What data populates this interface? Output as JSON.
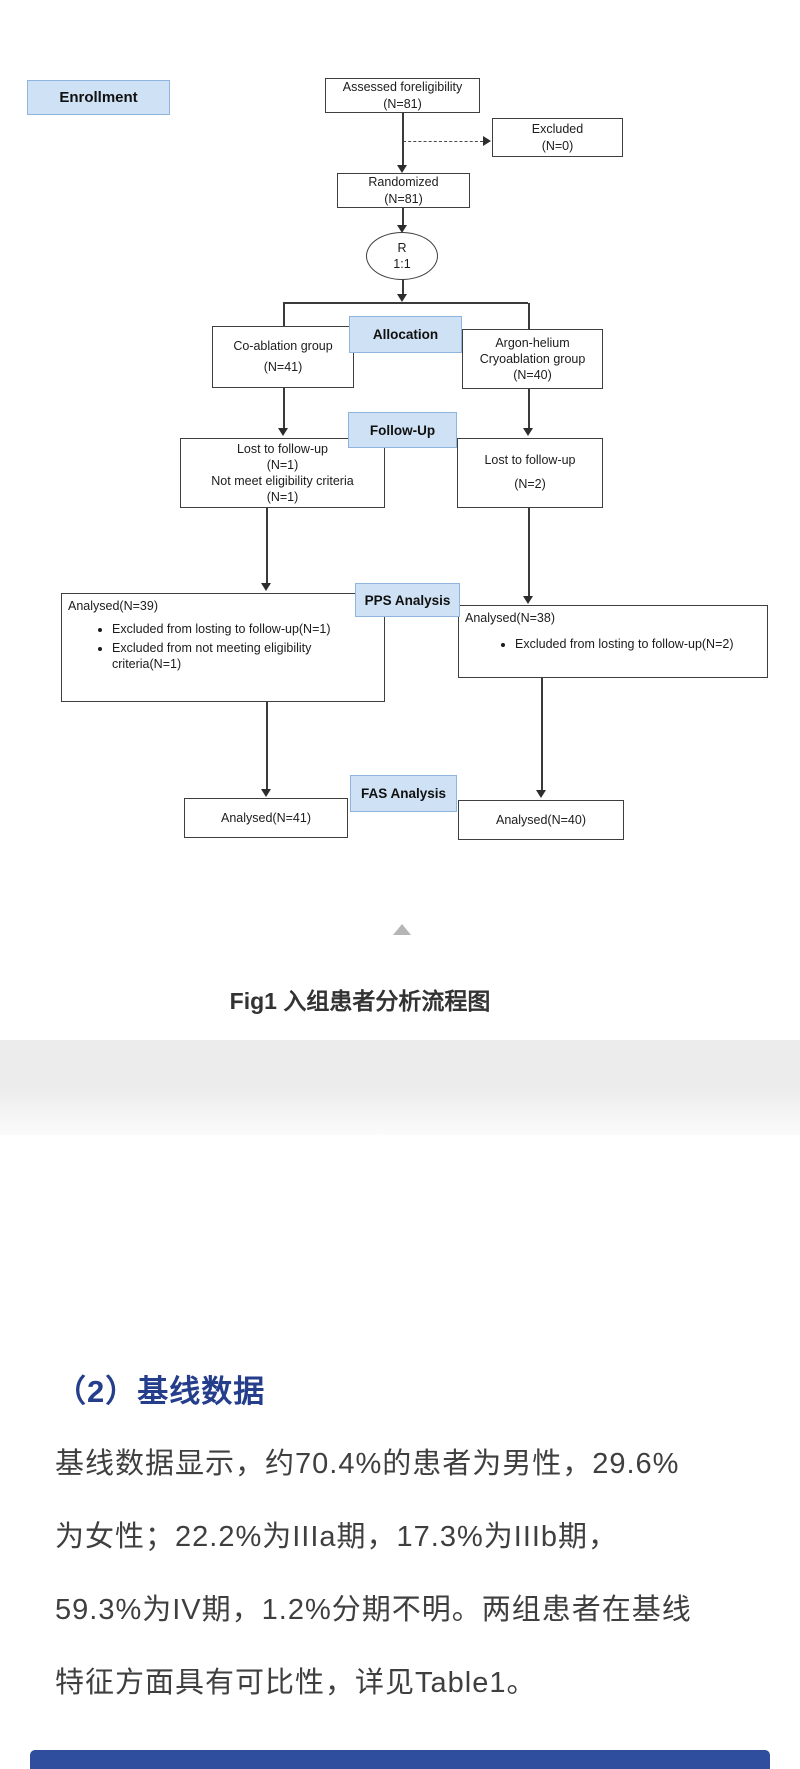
{
  "flowchart": {
    "stages": {
      "enrollment": "Enrollment",
      "allocation": "Allocation",
      "followup": "Follow-Up",
      "pps": "PPS Analysis",
      "fas": "FAS Analysis"
    },
    "nodes": {
      "assessed": {
        "line1": "Assessed foreligibility",
        "line2": "(N=81)"
      },
      "excluded": {
        "line1": "Excluded",
        "line2": "(N=0)"
      },
      "randomized": {
        "line1": "Randomized",
        "line2": "(N=81)"
      },
      "randomization": {
        "line1": "R",
        "line2": "1:1"
      },
      "group_left": {
        "line1": "Co-ablation group",
        "line2": "(N=41)"
      },
      "group_right": {
        "line1": "Argon-helium",
        "line2": "Cryoablation group",
        "line3": "(N=40)"
      },
      "followup_left": {
        "line1": "Lost to follow-up",
        "line2": "(N=1)",
        "line3": "Not meet eligibility criteria",
        "line4": "(N=1)"
      },
      "followup_right": {
        "line1": "Lost to follow-up",
        "line2": "(N=2)"
      },
      "pps_left": {
        "title": "Analysed(N=39)",
        "bullet1": "Excluded from losting to follow-up(N=1)",
        "bullet2": "Excluded from not meeting eligibility criteria(N=1)"
      },
      "pps_right": {
        "title": "Analysed(N=38)",
        "bullet1": "Excluded from losting to follow-up(N=2)"
      },
      "fas_left": "Analysed(N=41)",
      "fas_right": "Analysed(N=40)"
    }
  },
  "figure": {
    "caption": "Fig1 入组患者分析流程图"
  },
  "section": {
    "heading": "（2）基线数据",
    "lines": [
      "基线数据显示，约70.4%的患者为男性，29.6%",
      "为女性；22.2%为IIIa期，17.3%为IIIb期，",
      "59.3%为IV期，1.2%分期不明。两组患者在基线",
      "特征方面具有可比性，详见Table1。"
    ]
  },
  "colors": {
    "stage_fill": "#cfe1f5",
    "stage_border": "#8fb4dd",
    "box_border": "#3f3f3f",
    "heading_blue": "#243e8c",
    "table_bar_blue": "#2f4f9e",
    "band_gray": "#ececec",
    "triangle_gray": "#b5b5b5"
  }
}
